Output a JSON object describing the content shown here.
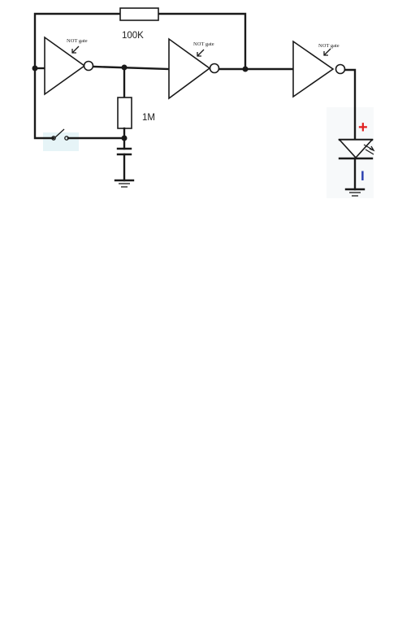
{
  "diagram": {
    "resistor_feedback_label": "100K",
    "resistor_timing_label": "1M",
    "gates": [
      {
        "label": "NOT gate"
      },
      {
        "label": "NOT gate"
      },
      {
        "label": "NOT gate"
      }
    ],
    "led": {
      "plus_label": "+",
      "minus_label": "I"
    },
    "colors": {
      "wire": "#1a1a1a",
      "plus": "#e02020",
      "minus": "#2a3fb0",
      "switch_highlight": "#e6f4f7",
      "led_panel": "#f7f9fa"
    }
  }
}
